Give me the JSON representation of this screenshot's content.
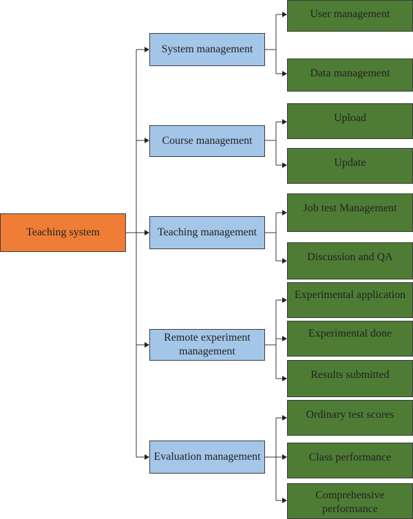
{
  "root": {
    "label": "Teaching system"
  },
  "modules": [
    {
      "label": "System management",
      "children": [
        "User management",
        "Data management"
      ]
    },
    {
      "label": "Course management",
      "children": [
        "Upload",
        "Update"
      ]
    },
    {
      "label": "Teaching management",
      "children": [
        "Job test Management",
        "Discussion and QA"
      ]
    },
    {
      "label": "Remote experiment management",
      "children": [
        "Experimental application",
        "Experimental done",
        "Results submitted"
      ]
    },
    {
      "label": "Evaluation management",
      "children": [
        "Ordinary test scores",
        "Class performance",
        "Comprehensive performance"
      ]
    }
  ],
  "colors": {
    "root": "#ef7d35",
    "module": "#a4c6e8",
    "leaf": "#4e7c35"
  }
}
